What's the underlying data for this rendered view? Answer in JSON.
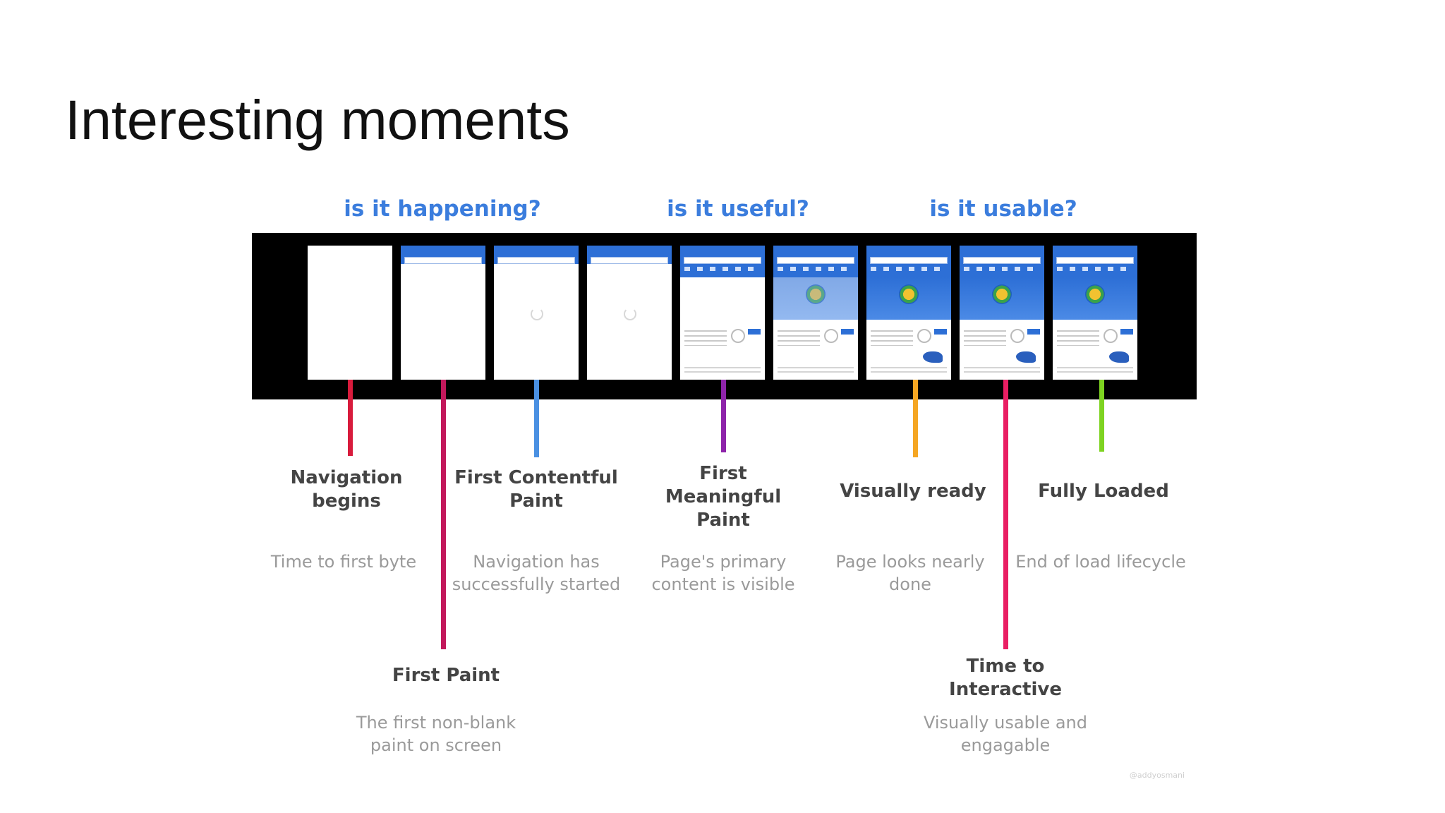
{
  "slide": {
    "title": "Interesting moments",
    "watermark": "@addyosmani"
  },
  "questions": [
    {
      "text": "is it happening?",
      "color": "#3b7ddd"
    },
    {
      "text": "is it useful?",
      "color": "#3b7ddd"
    },
    {
      "text": "is it usable?",
      "color": "#3b7ddd"
    }
  ],
  "filmstrip": {
    "frames": [
      {
        "state": "blank"
      },
      {
        "state": "search-bar"
      },
      {
        "state": "spinner"
      },
      {
        "state": "spinner"
      },
      {
        "state": "partial-content"
      },
      {
        "state": "hero"
      },
      {
        "state": "full"
      },
      {
        "state": "full"
      },
      {
        "state": "full"
      }
    ]
  },
  "moments": [
    {
      "title": "Navigation begins",
      "desc": "Time to first byte",
      "color": "#d81b3c"
    },
    {
      "title": "First Paint",
      "desc": "The first non-blank paint on screen",
      "color": "#c2185b"
    },
    {
      "title": "First Contentful Paint",
      "desc": "Navigation has successfully started",
      "color": "#4a90e2"
    },
    {
      "title": "First Meaningful Paint",
      "desc": "Page's primary content is visible",
      "color": "#8e24aa"
    },
    {
      "title": "Visually ready",
      "desc": "Page looks nearly done",
      "color": "#f5a623"
    },
    {
      "title": "Time to Interactive",
      "desc": "Visually usable and engagable",
      "color": "#e91e63"
    },
    {
      "title": "Fully Loaded",
      "desc": "End of load lifecycle",
      "color": "#7ed321"
    }
  ]
}
